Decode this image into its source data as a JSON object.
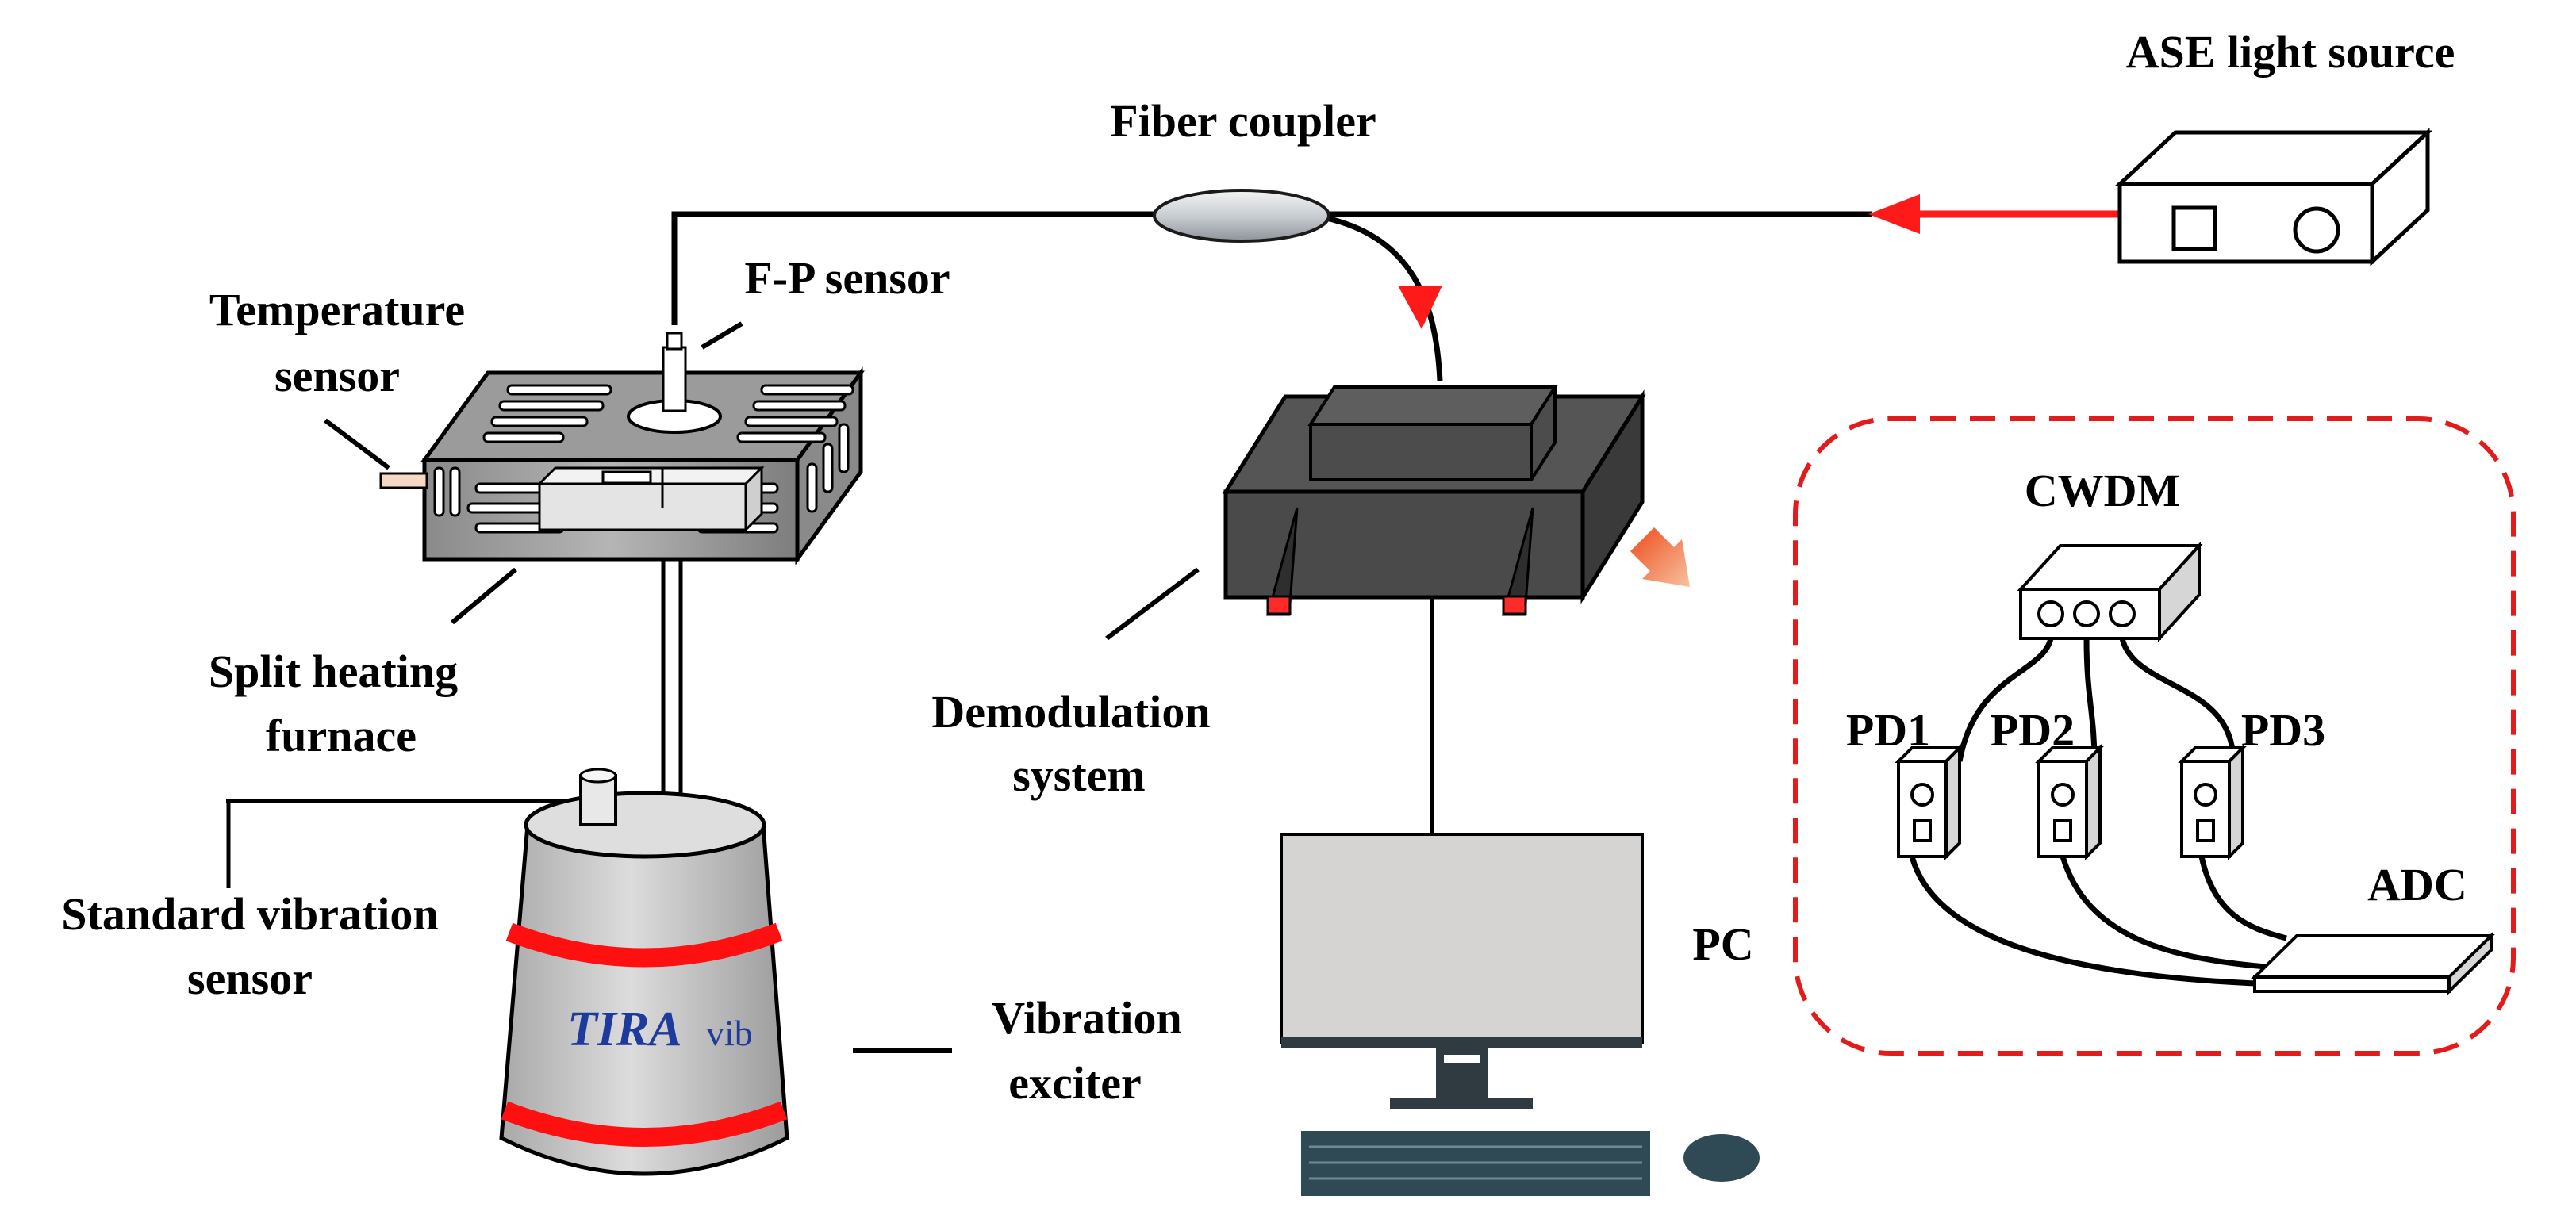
{
  "labels": {
    "ase_light_source": "ASE light source",
    "fiber_coupler": "Fiber coupler",
    "fp_sensor": "F-P sensor",
    "temperature_sensor_l1": "Temperature",
    "temperature_sensor_l2": "sensor",
    "split_heating_furnace_l1": "Split heating",
    "split_heating_furnace_l2": "furnace",
    "demodulation_system_l1": "Demodulation",
    "demodulation_system_l2": "system",
    "standard_vibration_sensor_l1": "Standard vibration",
    "standard_vibration_sensor_l2": "sensor",
    "vibration_exciter_l1": "Vibration",
    "vibration_exciter_l2": "exciter",
    "pc": "PC",
    "cwdm": "CWDM",
    "pd1": "PD1",
    "pd2": "PD2",
    "pd3": "PD3",
    "adc": "ADC",
    "tira_brand": "TIRA",
    "tira_suffix": "vib"
  },
  "colors": {
    "signal_arrow": "#ff1a1a",
    "fiber_line": "#000000",
    "demodulation_body": "#4a4a4a",
    "exciter_band": "#ff1010",
    "exciter_body": "#c8c8c8",
    "inset_border": "#e31b1b",
    "tira_text": "#1e3a9c",
    "peripheral": "#2f4a55"
  }
}
